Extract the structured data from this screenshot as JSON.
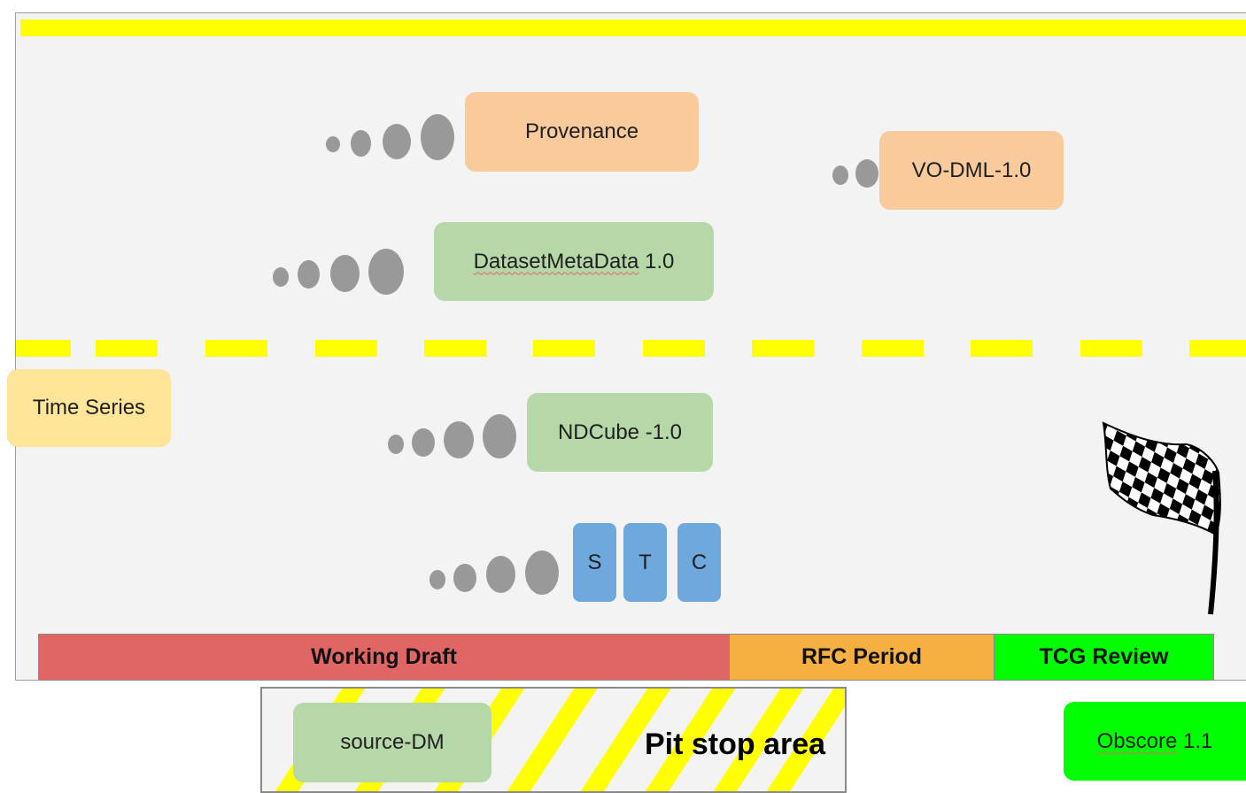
{
  "models": {
    "provenance": "Provenance",
    "vodml": "VO-DML-1.0",
    "datasetmeta_word": "DatasetMetaData",
    "datasetmeta_version": "1.0",
    "timeseries": "Time Series",
    "ndcube": "NDCube -1.0",
    "stc_s": "S",
    "stc_t": "T",
    "stc_c": "C",
    "sourcedm": "source-DM",
    "obscore_word": "Obscore",
    "obscore_version": "1.1"
  },
  "phases": {
    "working_draft": "Working Draft",
    "rfc_period": "RFC Period",
    "tcg_review": "TCG Review"
  },
  "pit_stop": "Pit stop area",
  "icons": [
    "checkered-flag-icon"
  ],
  "colors": {
    "track_line": "#ffff00",
    "working_draft": "#e06666",
    "rfc_period": "#f6b042",
    "tcg_review": "#00ff00",
    "orange_box": "#f9cb9c",
    "green_box": "#b6d7a8",
    "yellow_box": "#ffe599",
    "blue_box": "#6fa8dc"
  }
}
